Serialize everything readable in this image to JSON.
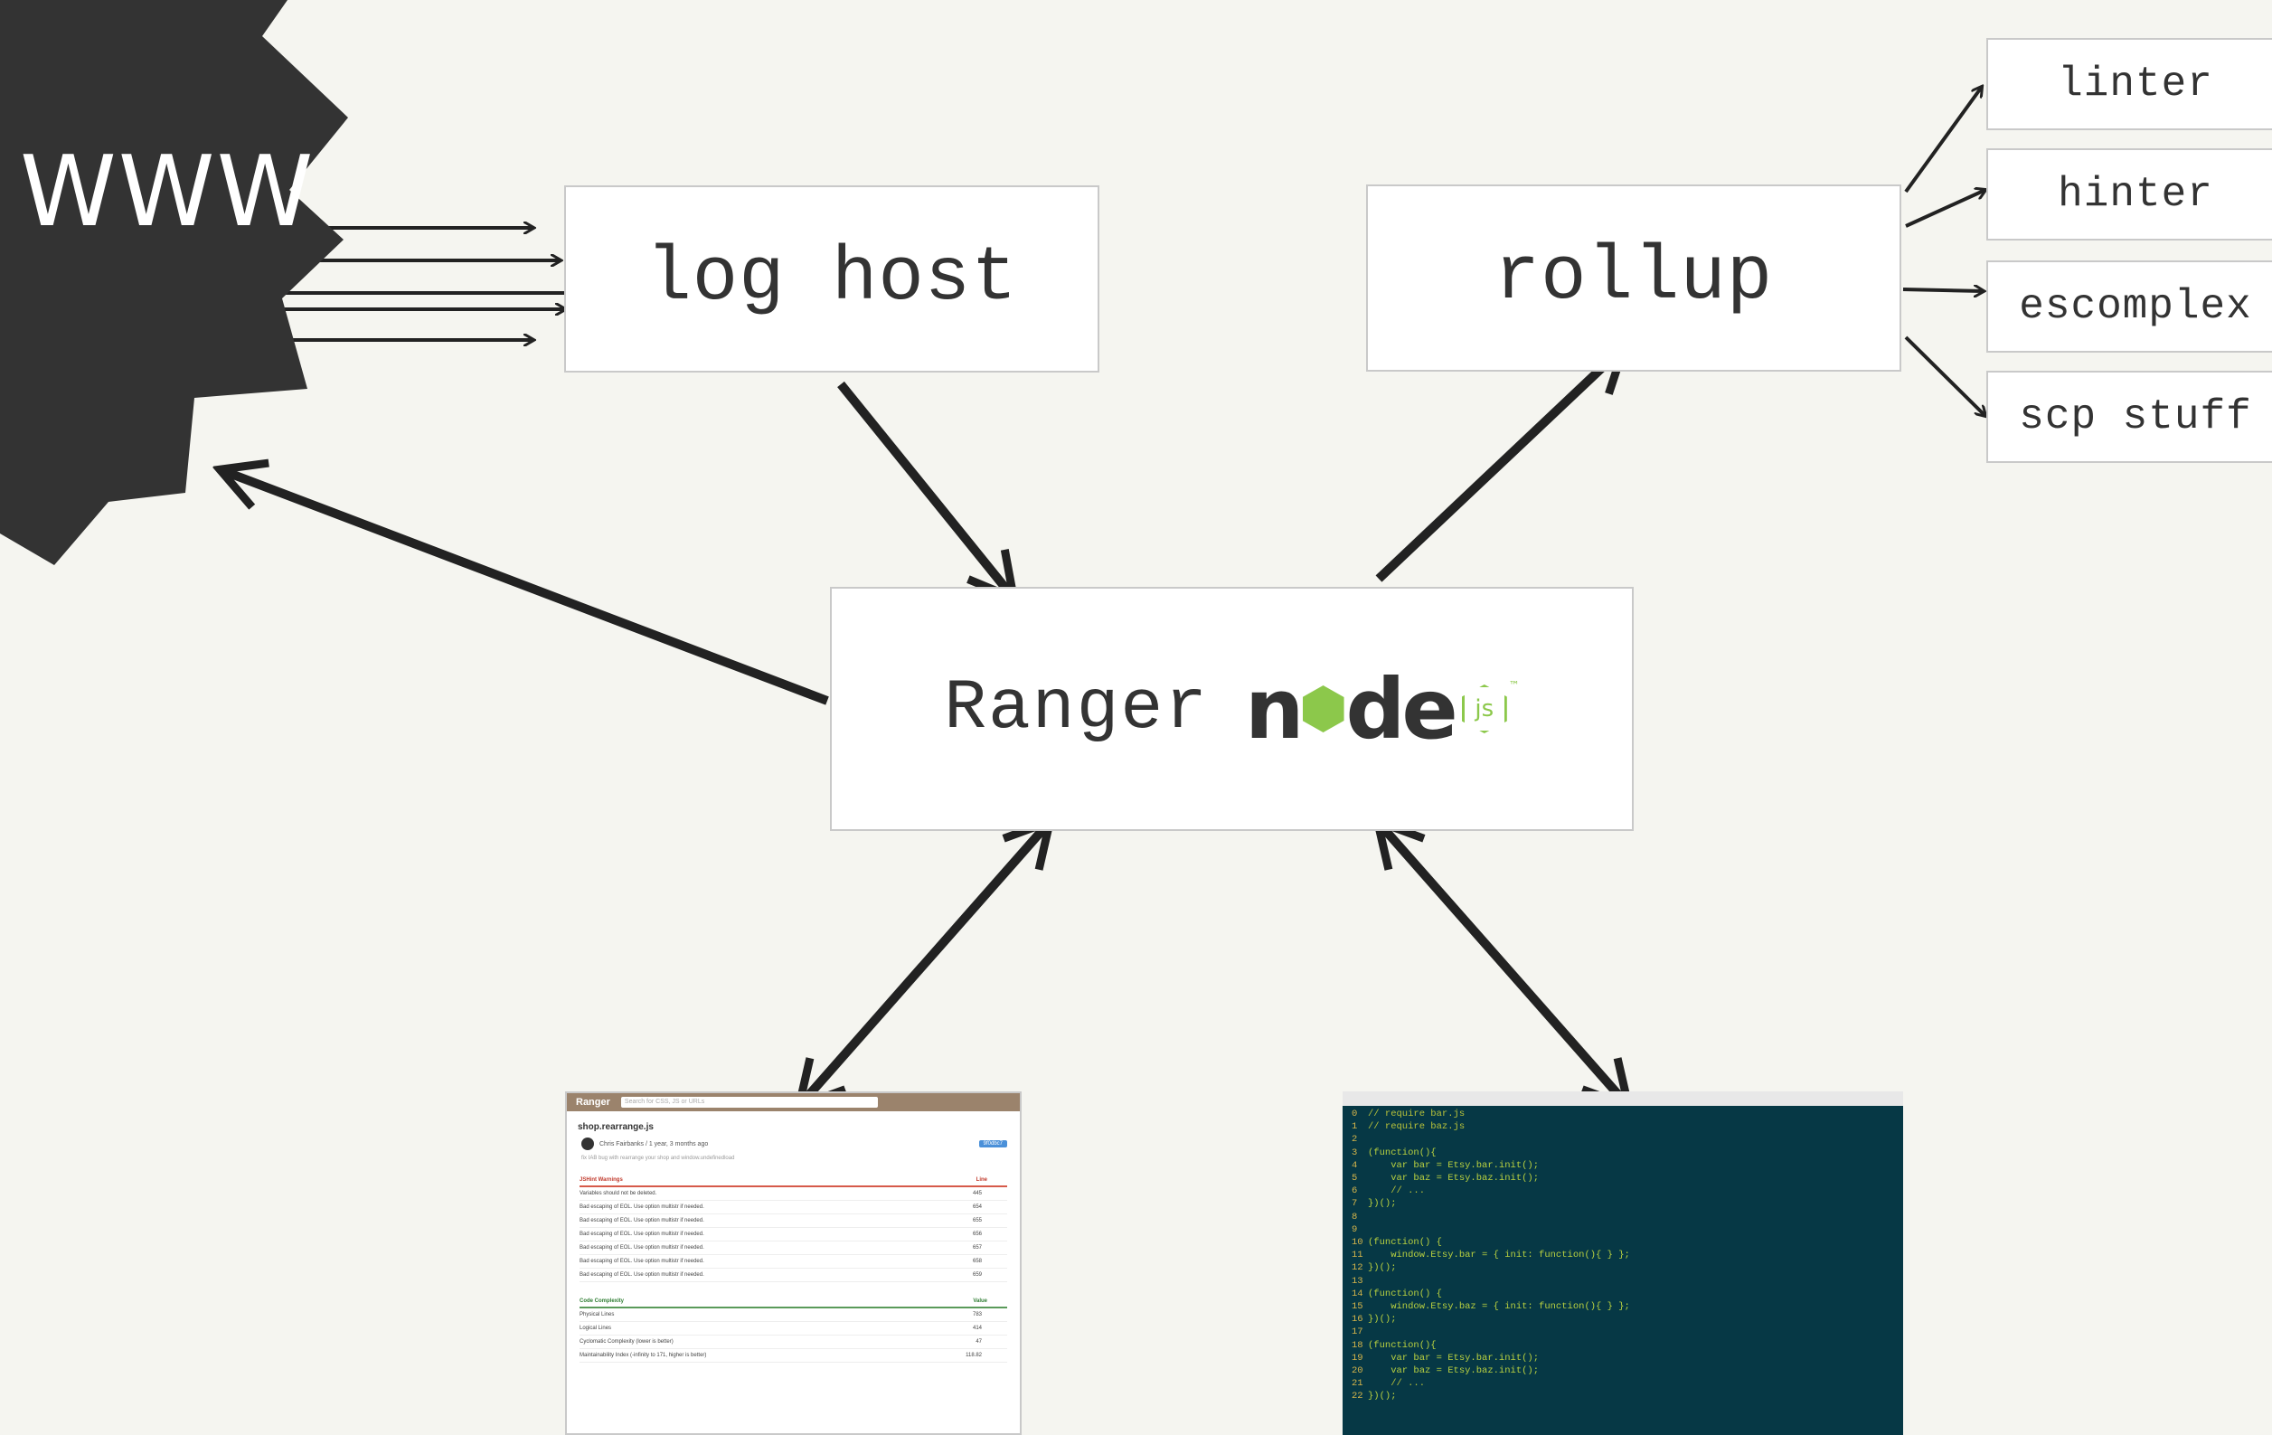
{
  "www": {
    "label": "WWW"
  },
  "log_host": {
    "label": "log host"
  },
  "rollup": {
    "label": "rollup"
  },
  "ranger": {
    "label": "Ranger",
    "node_logo": {
      "word_start": "n",
      "word_end": "de",
      "badge": "js",
      "tm": "™"
    }
  },
  "tools": [
    {
      "label": "linter"
    },
    {
      "label": "hinter"
    },
    {
      "label": "escomplex"
    },
    {
      "label": "scp stuff"
    }
  ],
  "web_screenshot": {
    "brand": "Ranger",
    "search_placeholder": "Search for CSS, JS or URLs",
    "file_title": "shop.rearrange.js",
    "author": "Chris Fairbanks / 1 year, 3 months ago",
    "chip": "9f0dbc7",
    "description": "fix IAB bug with rearrange your shop and window.undefinedload",
    "jshint_header": "JSHint Warnings",
    "jshint_col": "Line",
    "jshint_rows": [
      {
        "text": "Variables should not be deleted.",
        "line": "445"
      },
      {
        "text": "Bad escaping of EOL. Use option multistr if needed.",
        "line": "654"
      },
      {
        "text": "Bad escaping of EOL. Use option multistr if needed.",
        "line": "655"
      },
      {
        "text": "Bad escaping of EOL. Use option multistr if needed.",
        "line": "656"
      },
      {
        "text": "Bad escaping of EOL. Use option multistr if needed.",
        "line": "657"
      },
      {
        "text": "Bad escaping of EOL. Use option multistr if needed.",
        "line": "658"
      },
      {
        "text": "Bad escaping of EOL. Use option multistr if needed.",
        "line": "659"
      }
    ],
    "complexity_header": "Code Complexity",
    "complexity_col": "Value",
    "complexity_rows": [
      {
        "text": "Physical Lines",
        "value": "783"
      },
      {
        "text": "Logical Lines",
        "value": "414"
      },
      {
        "text": "Cyclomatic Complexity (lower is better)",
        "value": "47"
      },
      {
        "text": "Maintainability Index (-infinity to 171, higher is better)",
        "value": "118.82"
      }
    ]
  },
  "editor_screenshot": {
    "lines": [
      {
        "n": "0",
        "code": "// require bar.js",
        "kind": "comment"
      },
      {
        "n": "1",
        "code": "// require baz.js",
        "kind": "comment"
      },
      {
        "n": "2",
        "code": "",
        "kind": "txt"
      },
      {
        "n": "3",
        "code": "(function(){",
        "kind": "txt"
      },
      {
        "n": "4",
        "code": "    var bar = Etsy.bar.init();",
        "kind": "txt"
      },
      {
        "n": "5",
        "code": "    var baz = Etsy.baz.init();",
        "kind": "txt"
      },
      {
        "n": "6",
        "code": "    // ...",
        "kind": "comment"
      },
      {
        "n": "7",
        "code": "})();",
        "kind": "txt"
      },
      {
        "n": "8",
        "code": "",
        "kind": "txt"
      },
      {
        "n": "9",
        "code": "",
        "kind": "txt"
      },
      {
        "n": "10",
        "code": "(function() {",
        "kind": "txt"
      },
      {
        "n": "11",
        "code": "    window.Etsy.bar = { init: function(){ } };",
        "kind": "txt"
      },
      {
        "n": "12",
        "code": "})();",
        "kind": "txt"
      },
      {
        "n": "13",
        "code": "",
        "kind": "txt"
      },
      {
        "n": "14",
        "code": "(function() {",
        "kind": "txt"
      },
      {
        "n": "15",
        "code": "    window.Etsy.baz = { init: function(){ } };",
        "kind": "txt"
      },
      {
        "n": "16",
        "code": "})();",
        "kind": "txt"
      },
      {
        "n": "17",
        "code": "",
        "kind": "txt"
      },
      {
        "n": "18",
        "code": "(function(){",
        "kind": "txt"
      },
      {
        "n": "19",
        "code": "    var bar = Etsy.bar.init();",
        "kind": "txt"
      },
      {
        "n": "20",
        "code": "    var baz = Etsy.baz.init();",
        "kind": "txt"
      },
      {
        "n": "21",
        "code": "    // ...",
        "kind": "comment"
      },
      {
        "n": "22",
        "code": "})();",
        "kind": "txt"
      }
    ]
  },
  "colors": {
    "background": "#f5f5f0",
    "burst": "#333333",
    "node_green": "#8cc84b",
    "editor_bg": "#063845"
  }
}
